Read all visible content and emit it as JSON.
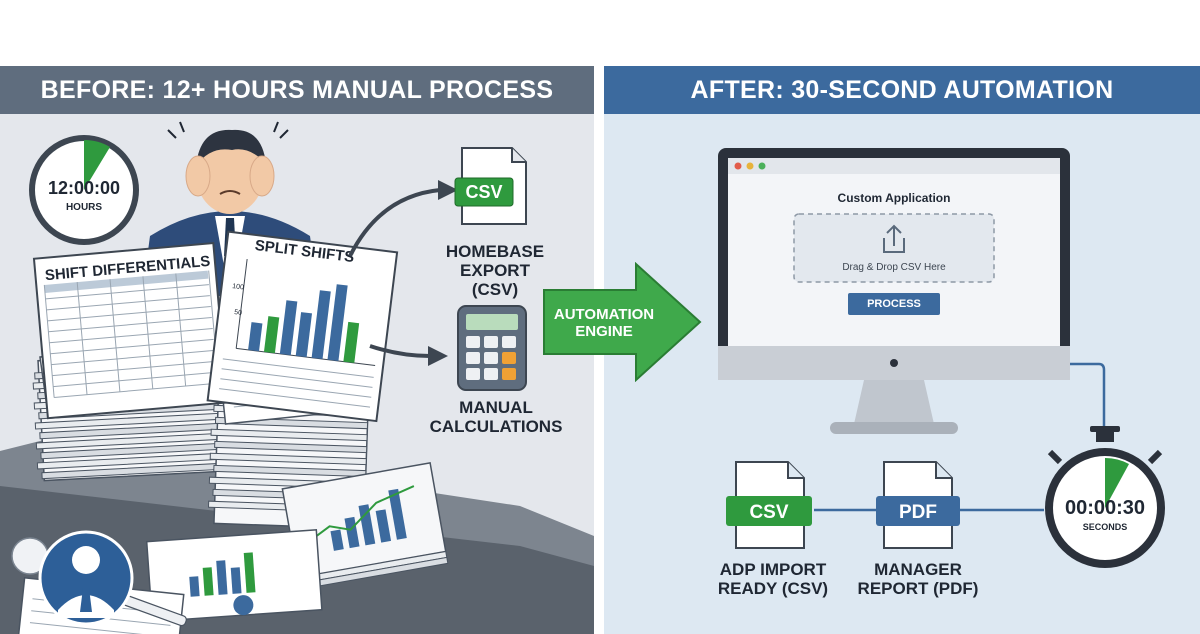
{
  "before": {
    "header": "BEFORE: 12+ HOURS MANUAL PROCESS",
    "clock": {
      "time": "12:00:00",
      "unit": "HOURS"
    },
    "sheet_left_title": "SHIFT DIFFERENTIALS",
    "sheet_right_title": "SPLIT SHIFTS",
    "chart_ticks": [
      "100",
      "50"
    ],
    "homebase": {
      "badge": "CSV",
      "caption": "HOMEBASE\nEXPORT\n(CSV)"
    },
    "calc": {
      "caption": "MANUAL\nCALCULATIONS"
    }
  },
  "engine": {
    "label": "AUTOMATION\nENGINE"
  },
  "after": {
    "header": "AFTER: 30-SECOND AUTOMATION",
    "app": {
      "title": "Custom Application",
      "dropzone": "Drag & Drop CSV Here",
      "button": "PROCESS"
    },
    "stopwatch": {
      "time": "00:00:30",
      "unit": "SECONDS"
    },
    "outputs": [
      {
        "badge": "CSV",
        "caption": "ADP IMPORT\nREADY (CSV)",
        "color": "#2f9a3e"
      },
      {
        "badge": "PDF",
        "caption": "MANAGER\nREPORT (PDF)",
        "color": "#3c6a9e"
      }
    ]
  },
  "colors": {
    "green": "#2f9a3e",
    "blue": "#3c6a9e",
    "slate": "#5f6d7e"
  }
}
